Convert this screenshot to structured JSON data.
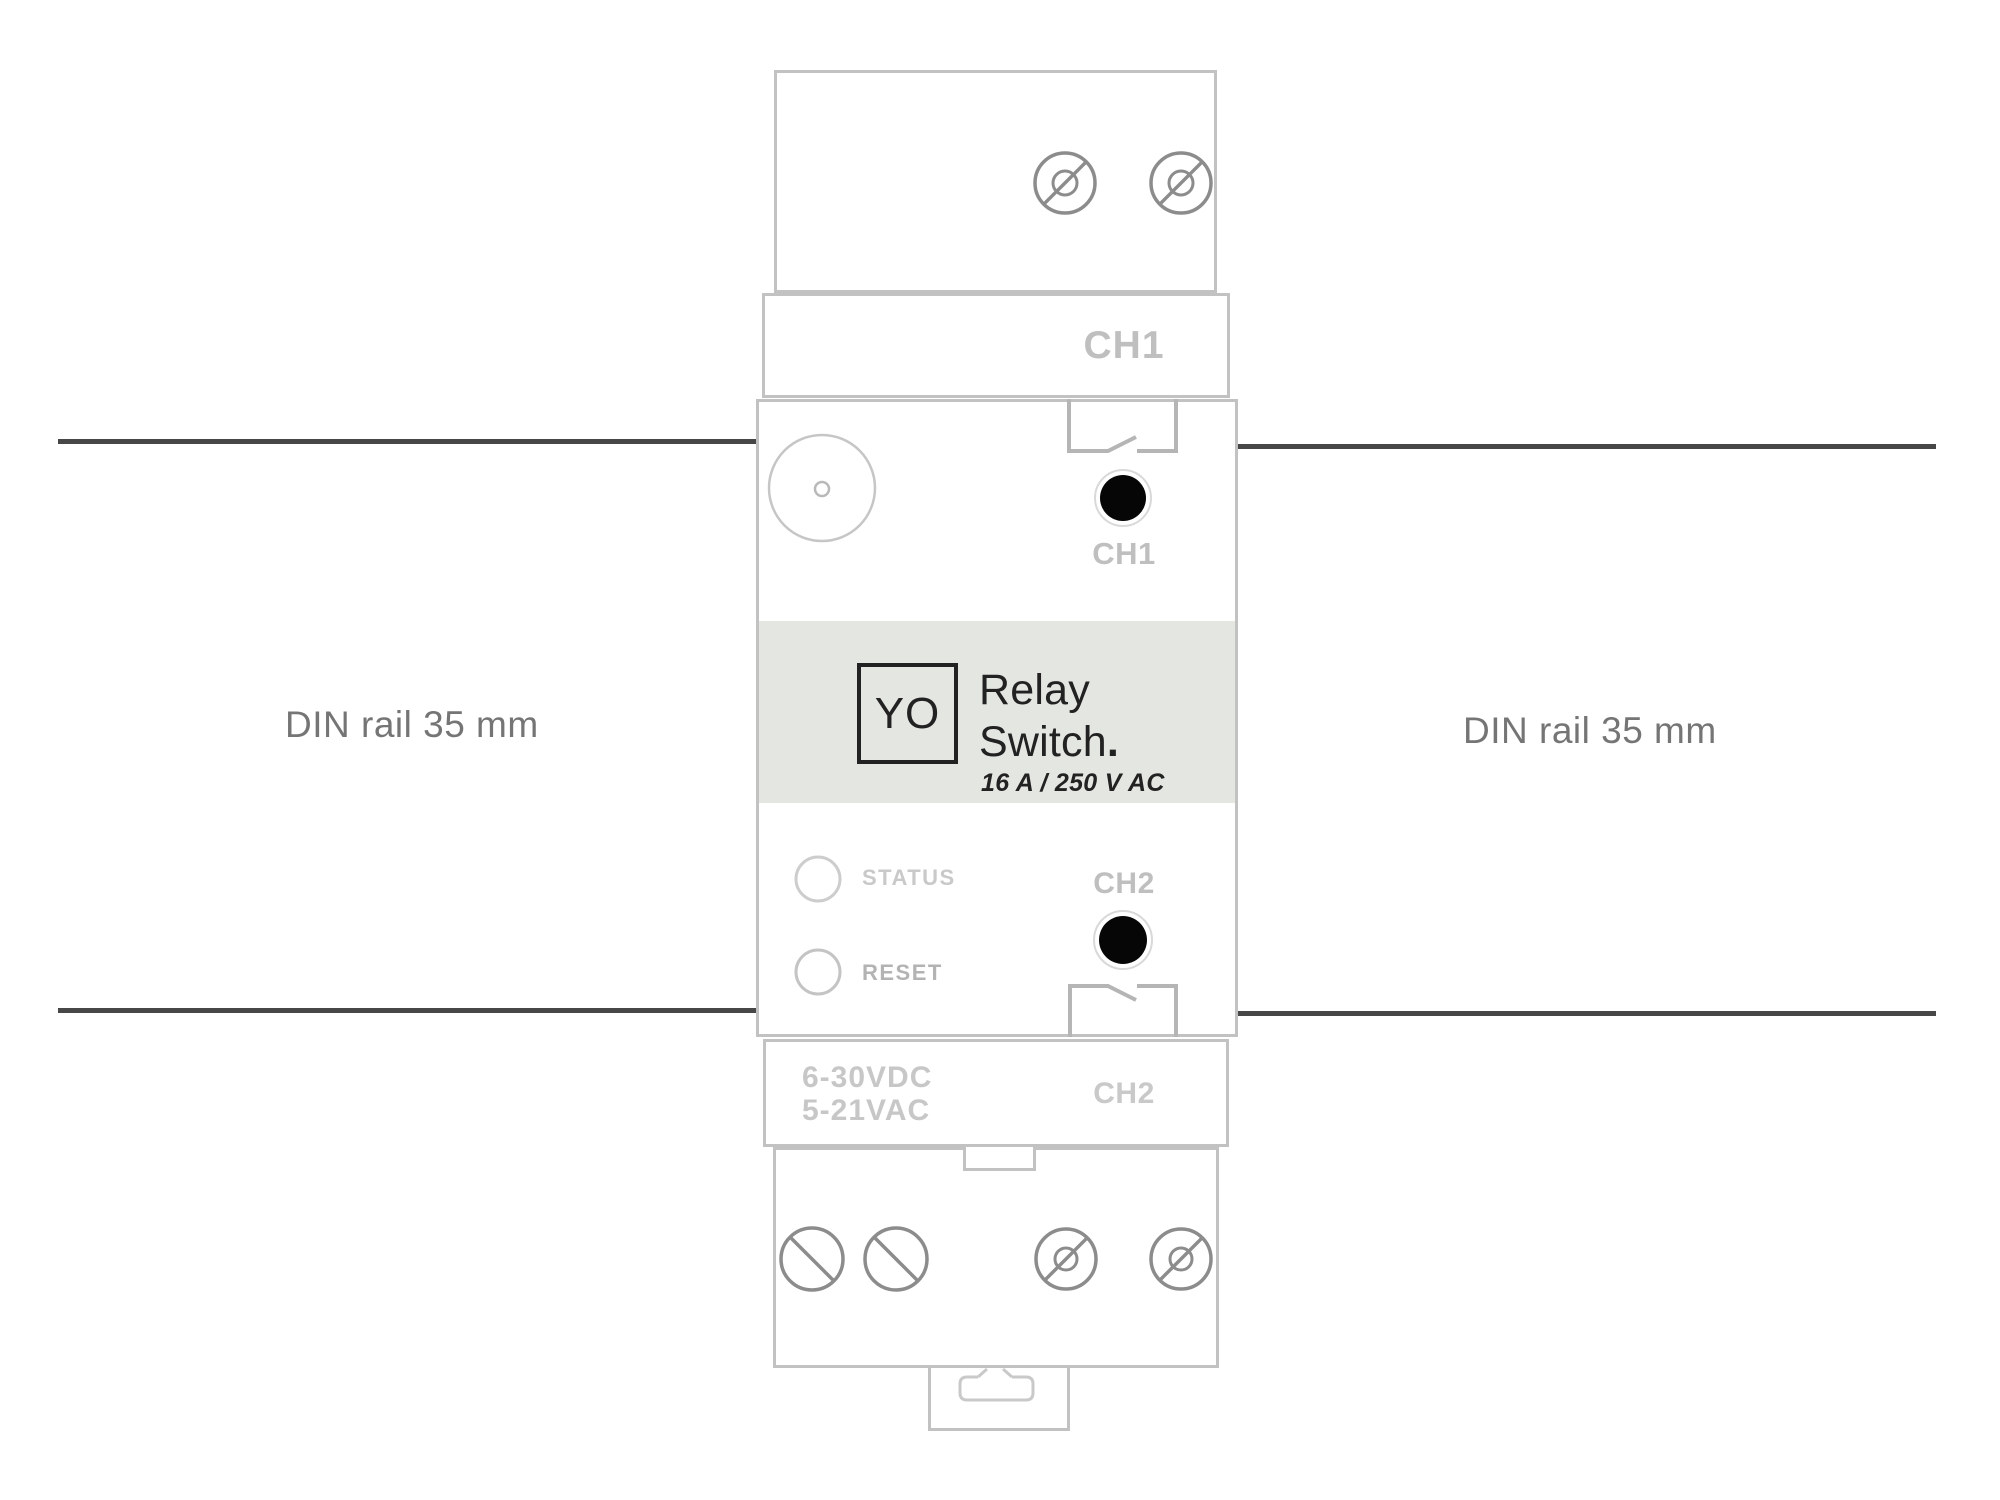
{
  "colors": {
    "rail": "#474747",
    "outline": "#c2c2c2",
    "brand_band": "#e4e6e1",
    "label_gray": "#bfbfbf",
    "ink": "#222222",
    "screw_gray": "#8c8c8c"
  },
  "din_rail": {
    "left_label": "DIN rail 35 mm",
    "right_label": "DIN rail 35 mm"
  },
  "device": {
    "ch1_band": {
      "label": "CH1"
    },
    "ch1_channel": {
      "label": "CH1"
    },
    "ch2_channel": {
      "label": "CH2"
    },
    "controls": {
      "status": "STATUS",
      "reset": "RESET"
    },
    "brand": {
      "logo": "YO",
      "name_line1": "Relay",
      "name_line2": "Switch",
      "name_dot": ".",
      "rating": "16 A / 250 V AC"
    },
    "power_band": {
      "voltage_line1": "6-30VDC",
      "voltage_line2": "5-21VAC",
      "channel": "CH2"
    },
    "icons": {
      "buzzer": "outlined circle with small center dot",
      "screw_terminal": "circle with 45deg slot line and pilot circle",
      "screw_slot": "circle with 45deg slot line",
      "relay_contact": "break-contact switch symbol",
      "push_button": "solid black dot",
      "status_led": "outlined circle",
      "din_clip": "release slot with funnel opening"
    }
  }
}
